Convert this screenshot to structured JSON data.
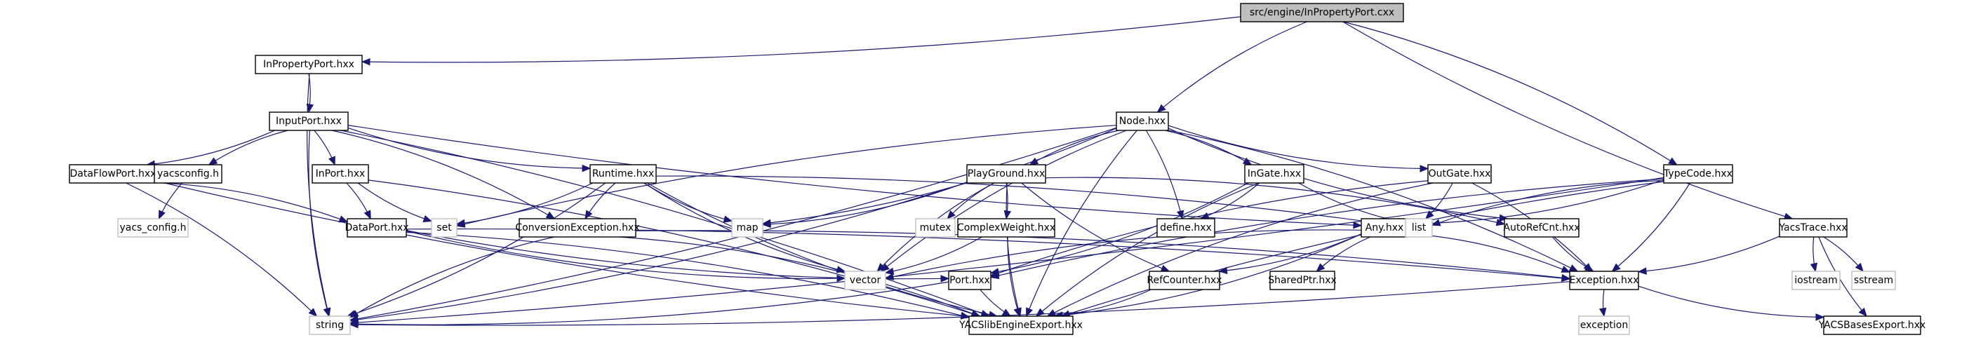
{
  "diagram": {
    "title": "src/engine/InPropertyPort.cxx include dependency graph",
    "colors": {
      "edge": "#191970",
      "local_border": "#000000",
      "system_border": "#bfbfbf",
      "root_fill": "#bfbfbf"
    },
    "nodes": [
      {
        "id": "root",
        "label": "src/engine/InPropertyPort.cxx",
        "kind": "root"
      },
      {
        "id": "InPropertyPort",
        "label": "InPropertyPort.hxx",
        "kind": "local"
      },
      {
        "id": "InputPort",
        "label": "InputPort.hxx",
        "kind": "local"
      },
      {
        "id": "DataFlowPort",
        "label": "DataFlowPort.hxx",
        "kind": "local"
      },
      {
        "id": "yacsconfig",
        "label": "yacsconfig.h",
        "kind": "local"
      },
      {
        "id": "yacs_config",
        "label": "yacs_config.h",
        "kind": "system"
      },
      {
        "id": "InPort",
        "label": "InPort.hxx",
        "kind": "local"
      },
      {
        "id": "DataPort",
        "label": "DataPort.hxx",
        "kind": "local"
      },
      {
        "id": "set",
        "label": "set",
        "kind": "system"
      },
      {
        "id": "Runtime",
        "label": "Runtime.hxx",
        "kind": "local"
      },
      {
        "id": "ConversionException",
        "label": "ConversionException.hxx",
        "kind": "local"
      },
      {
        "id": "map",
        "label": "map",
        "kind": "system"
      },
      {
        "id": "mutex",
        "label": "mutex",
        "kind": "system"
      },
      {
        "id": "Node",
        "label": "Node.hxx",
        "kind": "local"
      },
      {
        "id": "PlayGround",
        "label": "PlayGround.hxx",
        "kind": "local"
      },
      {
        "id": "ComplexWeight",
        "label": "ComplexWeight.hxx",
        "kind": "local"
      },
      {
        "id": "define",
        "label": "define.hxx",
        "kind": "local"
      },
      {
        "id": "InGate",
        "label": "InGate.hxx",
        "kind": "local"
      },
      {
        "id": "Any",
        "label": "Any.hxx",
        "kind": "local"
      },
      {
        "id": "OutGate",
        "label": "OutGate.hxx",
        "kind": "local"
      },
      {
        "id": "list",
        "label": "list",
        "kind": "system"
      },
      {
        "id": "AutoRefCnt",
        "label": "AutoRefCnt.hxx",
        "kind": "local"
      },
      {
        "id": "TypeCode",
        "label": "TypeCode.hxx",
        "kind": "local"
      },
      {
        "id": "YacsTrace",
        "label": "YacsTrace.hxx",
        "kind": "local"
      },
      {
        "id": "vector",
        "label": "vector",
        "kind": "system"
      },
      {
        "id": "Port",
        "label": "Port.hxx",
        "kind": "local"
      },
      {
        "id": "RefCounter",
        "label": "RefCounter.hxx",
        "kind": "local"
      },
      {
        "id": "SharedPtr",
        "label": "SharedPtr.hxx",
        "kind": "local"
      },
      {
        "id": "Exception",
        "label": "Exception.hxx",
        "kind": "local"
      },
      {
        "id": "iostream",
        "label": "iostream",
        "kind": "system"
      },
      {
        "id": "sstream",
        "label": "sstream",
        "kind": "system"
      },
      {
        "id": "string",
        "label": "string",
        "kind": "system"
      },
      {
        "id": "YACSlibEngineExport",
        "label": "YACSlibEngineExport.hxx",
        "kind": "local"
      },
      {
        "id": "exception",
        "label": "exception",
        "kind": "system"
      },
      {
        "id": "YACSBasesExport",
        "label": "YACSBasesExport.hxx",
        "kind": "local"
      }
    ],
    "edges": [
      [
        "root",
        "InPropertyPort"
      ],
      [
        "root",
        "Node"
      ],
      [
        "root",
        "TypeCode"
      ],
      [
        "root",
        "YacsTrace"
      ],
      [
        "InPropertyPort",
        "InputPort"
      ],
      [
        "InPropertyPort",
        "string"
      ],
      [
        "InputPort",
        "DataFlowPort"
      ],
      [
        "InputPort",
        "yacsconfig"
      ],
      [
        "InputPort",
        "InPort"
      ],
      [
        "InputPort",
        "Runtime"
      ],
      [
        "InputPort",
        "ConversionException"
      ],
      [
        "InputPort",
        "Any"
      ],
      [
        "InputPort",
        "YACSlibEngineExport"
      ],
      [
        "InputPort",
        "string"
      ],
      [
        "DataFlowPort",
        "DataPort"
      ],
      [
        "DataFlowPort",
        "YACSlibEngineExport"
      ],
      [
        "DataFlowPort",
        "string"
      ],
      [
        "yacsconfig",
        "yacs_config"
      ],
      [
        "InPort",
        "DataPort"
      ],
      [
        "InPort",
        "set"
      ],
      [
        "InPort",
        "YACSlibEngineExport"
      ],
      [
        "DataPort",
        "Port"
      ],
      [
        "DataPort",
        "Exception"
      ],
      [
        "DataPort",
        "vector"
      ],
      [
        "DataPort",
        "YACSlibEngineExport"
      ],
      [
        "Runtime",
        "ConversionException"
      ],
      [
        "Runtime",
        "set"
      ],
      [
        "Runtime",
        "map"
      ],
      [
        "Runtime",
        "list"
      ],
      [
        "Runtime",
        "vector"
      ],
      [
        "Runtime",
        "string"
      ],
      [
        "Runtime",
        "YACSlibEngineExport"
      ],
      [
        "ConversionException",
        "Exception"
      ],
      [
        "ConversionException",
        "string"
      ],
      [
        "ConversionException",
        "YACSlibEngineExport"
      ],
      [
        "Node",
        "PlayGround"
      ],
      [
        "Node",
        "InGate"
      ],
      [
        "Node",
        "OutGate"
      ],
      [
        "Node",
        "define"
      ],
      [
        "Node",
        "AutoRefCnt"
      ],
      [
        "Node",
        "Exception"
      ],
      [
        "Node",
        "set"
      ],
      [
        "Node",
        "map"
      ],
      [
        "Node",
        "vector"
      ],
      [
        "Node",
        "string"
      ],
      [
        "Node",
        "YACSlibEngineExport"
      ],
      [
        "PlayGround",
        "ComplexWeight"
      ],
      [
        "PlayGround",
        "mutex"
      ],
      [
        "PlayGround",
        "map"
      ],
      [
        "PlayGround",
        "vector"
      ],
      [
        "PlayGround",
        "string"
      ],
      [
        "PlayGround",
        "RefCounter"
      ],
      [
        "PlayGround",
        "AutoRefCnt"
      ],
      [
        "PlayGround",
        "YACSlibEngineExport"
      ],
      [
        "ComplexWeight",
        "vector"
      ],
      [
        "ComplexWeight",
        "YACSlibEngineExport"
      ],
      [
        "InGate",
        "define"
      ],
      [
        "InGate",
        "list"
      ],
      [
        "InGate",
        "Port"
      ],
      [
        "InGate",
        "YACSlibEngineExport"
      ],
      [
        "OutGate",
        "list"
      ],
      [
        "OutGate",
        "Port"
      ],
      [
        "OutGate",
        "Exception"
      ],
      [
        "OutGate",
        "YACSlibEngineExport"
      ],
      [
        "Any",
        "RefCounter"
      ],
      [
        "Any",
        "SharedPtr"
      ],
      [
        "Any",
        "Exception"
      ],
      [
        "Any",
        "vector"
      ],
      [
        "Any",
        "YACSlibEngineExport"
      ],
      [
        "AutoRefCnt",
        "Exception"
      ],
      [
        "TypeCode",
        "Any"
      ],
      [
        "TypeCode",
        "list"
      ],
      [
        "TypeCode",
        "Exception"
      ],
      [
        "TypeCode",
        "Port"
      ],
      [
        "TypeCode",
        "string"
      ],
      [
        "TypeCode",
        "YACSlibEngineExport"
      ],
      [
        "YacsTrace",
        "Exception"
      ],
      [
        "YacsTrace",
        "iostream"
      ],
      [
        "YacsTrace",
        "sstream"
      ],
      [
        "YacsTrace",
        "YACSBasesExport"
      ],
      [
        "Port",
        "string"
      ],
      [
        "Port",
        "YACSlibEngineExport"
      ],
      [
        "RefCounter",
        "YACSlibEngineExport"
      ],
      [
        "Exception",
        "exception"
      ],
      [
        "Exception",
        "string"
      ],
      [
        "Exception",
        "YACSBasesExport"
      ]
    ]
  }
}
